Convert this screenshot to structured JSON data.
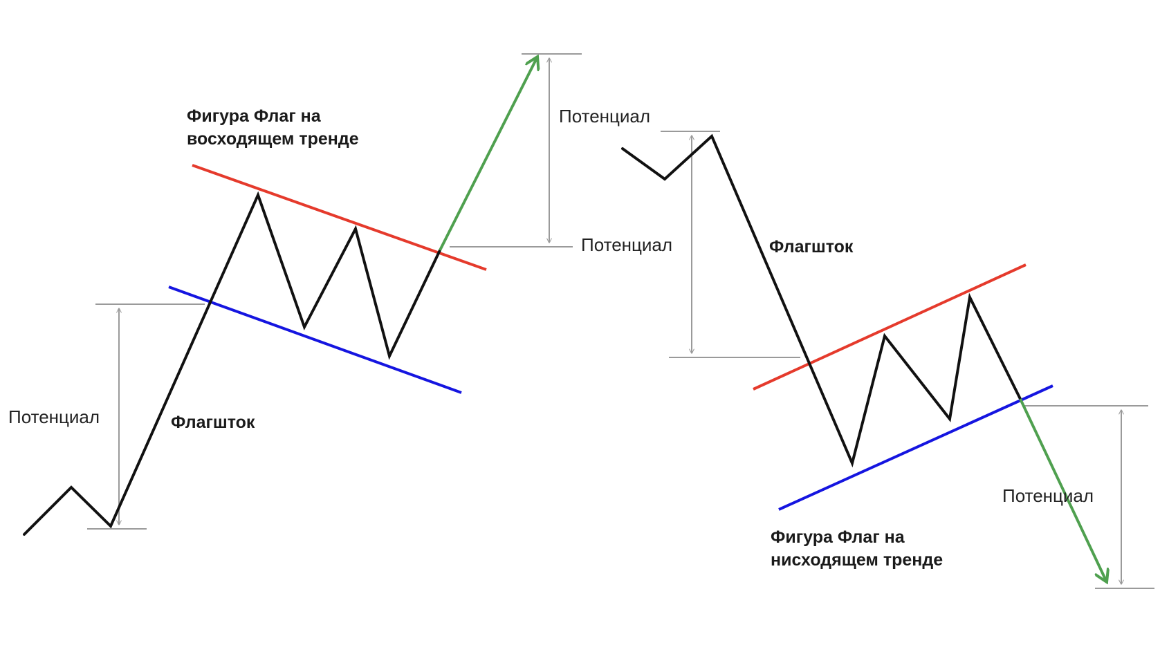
{
  "colors": {
    "price_line": "#111111",
    "resistance_line": "#e53a2c",
    "support_line": "#1515e0",
    "breakout_arrow": "#4fa04f",
    "measure_line": "#9a9a9a"
  },
  "left_figure": {
    "title_line1": "Фигура Флаг на",
    "title_line2": "восходящем тренде",
    "pole_label": "Флагшток",
    "potential_pole_label": "Потенциал",
    "potential_target_label": "Потенциал"
  },
  "right_figure": {
    "title_line1": "Фигура Флаг на",
    "title_line2": "нисходящем тренде",
    "pole_label": "Флагшток",
    "potential_pole_label": "Потенциал",
    "potential_target_label": "Потенциал"
  }
}
